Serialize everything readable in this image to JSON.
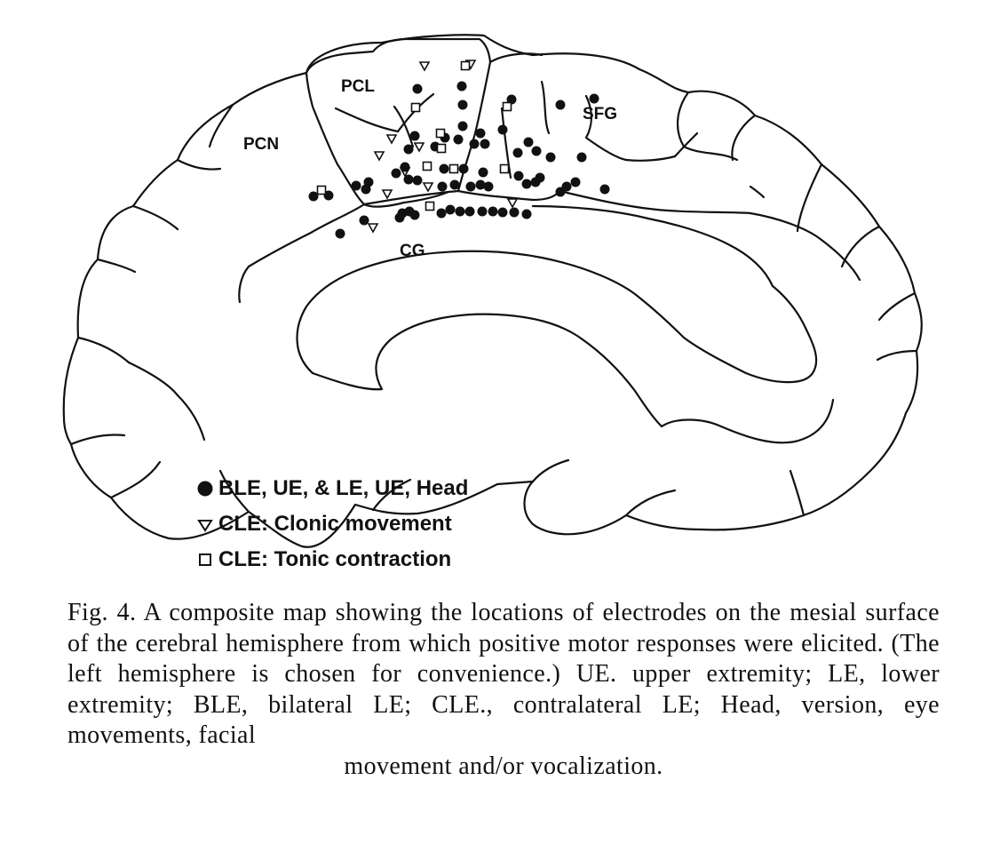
{
  "regions": {
    "pcn": "PCN",
    "pcl": "PCL",
    "sfg": "SFG",
    "cg": "CG"
  },
  "legend": {
    "filled_circle": "BLE, UE, & LE, UE, Head",
    "triangle": "CLE: Clonic movement",
    "square": "CLE: Tonic contraction"
  },
  "caption": {
    "text": "Fig. 4. A composite map showing the locations of electrodes on the mesial surface of the cerebral hemisphere from which positive motor responses were elicited. (The left hemisphere is chosen for convenience.) UE. upper extremity; LE, lower extremity; BLE, bilateral LE; CLE., contralateral LE; Head, version, eye movements, facial",
    "last_line": "movement and/or vocalization."
  },
  "markers": {
    "filled_circle": [
      [
        470,
        100
      ],
      [
        520,
        97
      ],
      [
        576,
        112
      ],
      [
        631,
        118
      ],
      [
        669,
        111
      ],
      [
        521,
        118
      ],
      [
        521,
        142
      ],
      [
        541,
        150
      ],
      [
        501,
        155
      ],
      [
        467,
        153
      ],
      [
        516,
        157
      ],
      [
        534,
        162
      ],
      [
        546,
        162
      ],
      [
        566,
        146
      ],
      [
        595,
        160
      ],
      [
        583,
        172
      ],
      [
        604,
        170
      ],
      [
        620,
        177
      ],
      [
        655,
        177
      ],
      [
        460,
        168
      ],
      [
        490,
        165
      ],
      [
        500,
        190
      ],
      [
        522,
        190
      ],
      [
        544,
        194
      ],
      [
        584,
        198
      ],
      [
        446,
        195
      ],
      [
        460,
        202
      ],
      [
        470,
        203
      ],
      [
        456,
        188
      ],
      [
        415,
        205
      ],
      [
        401,
        209
      ],
      [
        412,
        213
      ],
      [
        353,
        221
      ],
      [
        370,
        220
      ],
      [
        498,
        210
      ],
      [
        512,
        208
      ],
      [
        530,
        210
      ],
      [
        541,
        208
      ],
      [
        550,
        210
      ],
      [
        593,
        207
      ],
      [
        603,
        205
      ],
      [
        608,
        200
      ],
      [
        648,
        205
      ],
      [
        638,
        210
      ],
      [
        631,
        216
      ],
      [
        681,
        213
      ],
      [
        453,
        240
      ],
      [
        461,
        238
      ],
      [
        467,
        242
      ],
      [
        497,
        240
      ],
      [
        507,
        236
      ],
      [
        518,
        238
      ],
      [
        529,
        238
      ],
      [
        543,
        238
      ],
      [
        555,
        238
      ],
      [
        566,
        239
      ],
      [
        579,
        239
      ],
      [
        593,
        241
      ],
      [
        450,
        245
      ],
      [
        383,
        263
      ],
      [
        410,
        248
      ]
    ],
    "triangle": [
      [
        478,
        74
      ],
      [
        530,
        72
      ],
      [
        441,
        156
      ],
      [
        472,
        165
      ],
      [
        427,
        175
      ],
      [
        456,
        193
      ],
      [
        436,
        218
      ],
      [
        482,
        210
      ],
      [
        420,
        256
      ],
      [
        577,
        228
      ]
    ],
    "square": [
      [
        524,
        74
      ],
      [
        468,
        121
      ],
      [
        571,
        120
      ],
      [
        496,
        150
      ],
      [
        497,
        167
      ],
      [
        481,
        187
      ],
      [
        511,
        190
      ],
      [
        568,
        190
      ],
      [
        362,
        214
      ],
      [
        484,
        232
      ]
    ]
  }
}
